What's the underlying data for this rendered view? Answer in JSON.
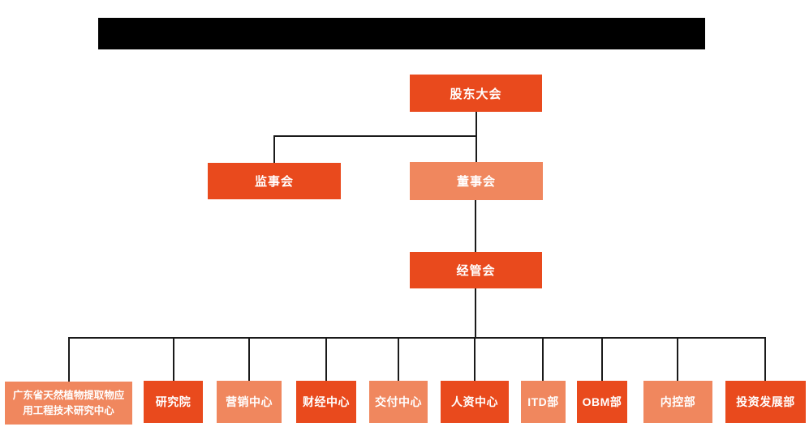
{
  "title_bar": {
    "text": "",
    "redacted": true
  },
  "colors": {
    "primary_orange": "#E94A1D",
    "secondary_salmon": "#F0875E",
    "connector_line": "#1a1a1a",
    "title_bar_bg": "#000000",
    "node_text": "#FFFFFF",
    "background": "#FFFFFF"
  },
  "org": {
    "level1": [
      {
        "label": "股东大会",
        "variant": "dark"
      }
    ],
    "level2": [
      {
        "label": "监事会",
        "variant": "dark"
      },
      {
        "label": "董事会",
        "variant": "light"
      }
    ],
    "level3": [
      {
        "label": "经管会",
        "variant": "dark"
      }
    ],
    "departments": [
      {
        "label": "广东省天然植物提取物应用工程技术研究中心",
        "variant": "light"
      },
      {
        "label": "研究院",
        "variant": "dark"
      },
      {
        "label": "营销中心",
        "variant": "light"
      },
      {
        "label": "财经中心",
        "variant": "dark"
      },
      {
        "label": "交付中心",
        "variant": "light"
      },
      {
        "label": "人资中心",
        "variant": "dark"
      },
      {
        "label": "ITD部",
        "variant": "light"
      },
      {
        "label": "OBM部",
        "variant": "dark"
      },
      {
        "label": "内控部",
        "variant": "light"
      },
      {
        "label": "投资发展部",
        "variant": "dark"
      }
    ],
    "edges": [
      {
        "from": "股东大会",
        "to": "监事会"
      },
      {
        "from": "股东大会",
        "to": "董事会"
      },
      {
        "from": "董事会",
        "to": "经管会"
      },
      {
        "from": "经管会",
        "to": "广东省天然植物提取物应用工程技术研究中心"
      },
      {
        "from": "经管会",
        "to": "研究院"
      },
      {
        "from": "经管会",
        "to": "营销中心"
      },
      {
        "from": "经管会",
        "to": "财经中心"
      },
      {
        "from": "经管会",
        "to": "交付中心"
      },
      {
        "from": "经管会",
        "to": "人资中心"
      },
      {
        "from": "经管会",
        "to": "ITD部"
      },
      {
        "from": "经管会",
        "to": "OBM部"
      },
      {
        "from": "经管会",
        "to": "内控部"
      },
      {
        "from": "经管会",
        "to": "投资发展部"
      }
    ]
  }
}
